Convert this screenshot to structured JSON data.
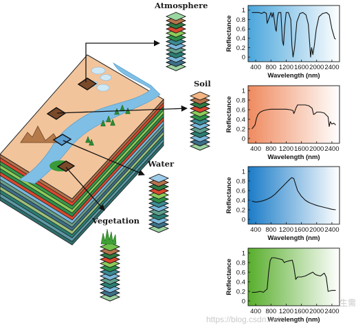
{
  "labels": {
    "atmosphere": "Atmosphere",
    "soil": "Soil",
    "water": "Water",
    "vegetation": "Vegetation"
  },
  "watermark": "https://blog.csdn.net/...",
  "watermark_cn": "生需",
  "chart_data": [
    {
      "type": "line",
      "name": "atmosphere",
      "xlabel": "Wavelength (nm)",
      "ylabel": "Reflectance",
      "xlim": [
        200,
        2600
      ],
      "ylim": [
        -0.1,
        1.1
      ],
      "xticks": [
        400,
        800,
        1200,
        1600,
        2000,
        2400
      ],
      "yticks": [
        0,
        0.2,
        0.4,
        0.6,
        0.8,
        1
      ],
      "gradient": [
        "#4aa6dc",
        "#ffffff"
      ],
      "x": [
        300,
        400,
        480,
        560,
        620,
        680,
        700,
        760,
        800,
        830,
        860,
        920,
        940,
        970,
        1000,
        1060,
        1100,
        1130,
        1160,
        1200,
        1260,
        1320,
        1350,
        1380,
        1420,
        1480,
        1560,
        1640,
        1720,
        1780,
        1820,
        1840,
        1870,
        1900,
        1940,
        1990,
        2060,
        2160,
        2260,
        2330,
        2400,
        2470,
        2500
      ],
      "y": [
        0.95,
        0.95,
        0.95,
        0.93,
        0.96,
        0.93,
        0.72,
        0.85,
        0.95,
        0.85,
        0.95,
        0.6,
        0.55,
        0.85,
        0.95,
        0.95,
        0.35,
        0.25,
        0.65,
        0.95,
        0.95,
        0.8,
        0.25,
        0.0,
        0.2,
        0.75,
        0.93,
        0.95,
        0.9,
        0.7,
        0.25,
        0.0,
        0.2,
        0.05,
        0.25,
        0.6,
        0.86,
        0.93,
        0.95,
        0.9,
        0.6,
        0.4,
        0.38
      ]
    },
    {
      "type": "line",
      "name": "soil",
      "xlabel": "Wavelength (nm)",
      "ylabel": "Reflectance",
      "xlim": [
        200,
        2600
      ],
      "ylim": [
        -0.1,
        1.1
      ],
      "xticks": [
        400,
        800,
        1200,
        1600,
        2000,
        2400
      ],
      "yticks": [
        0,
        0.2,
        0.4,
        0.6,
        0.8,
        1
      ],
      "gradient": [
        "#ef8a5e",
        "#ffffff"
      ],
      "x": [
        300,
        380,
        420,
        460,
        520,
        600,
        700,
        800,
        900,
        1000,
        1100,
        1200,
        1300,
        1380,
        1400,
        1420,
        1460,
        1500,
        1600,
        1700,
        1800,
        1880,
        1920,
        1960,
        2000,
        2100,
        2200,
        2300,
        2330,
        2360,
        2400,
        2450,
        2500
      ],
      "y": [
        0.2,
        0.28,
        0.42,
        0.5,
        0.55,
        0.58,
        0.6,
        0.61,
        0.61,
        0.61,
        0.61,
        0.61,
        0.6,
        0.58,
        0.52,
        0.55,
        0.64,
        0.7,
        0.7,
        0.7,
        0.68,
        0.63,
        0.5,
        0.52,
        0.55,
        0.55,
        0.53,
        0.45,
        0.25,
        0.35,
        0.3,
        0.32,
        0.28
      ]
    },
    {
      "type": "line",
      "name": "water",
      "xlabel": "Wavelength (nm)",
      "ylabel": "Reflectance",
      "xlim": [
        200,
        2600
      ],
      "ylim": [
        -0.1,
        1.1
      ],
      "xticks": [
        400,
        800,
        1200,
        1600,
        2000,
        2400
      ],
      "yticks": [
        0,
        0.2,
        0.4,
        0.6,
        0.8,
        1
      ],
      "gradient": [
        "#1a7cc8",
        "#ffffff"
      ],
      "x": [
        300,
        400,
        500,
        600,
        700,
        800,
        900,
        1000,
        1100,
        1200,
        1300,
        1350,
        1400,
        1450,
        1500,
        1600,
        1700,
        1800,
        1900,
        2000,
        2100,
        2200,
        2300,
        2400,
        2500
      ],
      "y": [
        0.38,
        0.36,
        0.37,
        0.39,
        0.42,
        0.46,
        0.52,
        0.6,
        0.68,
        0.76,
        0.84,
        0.87,
        0.85,
        0.72,
        0.6,
        0.48,
        0.4,
        0.35,
        0.32,
        0.29,
        0.27,
        0.25,
        0.23,
        0.21,
        0.2
      ]
    },
    {
      "type": "line",
      "name": "vegetation",
      "xlabel": "Wavelength (nm)",
      "ylabel": "Reflectance",
      "xlim": [
        200,
        2600
      ],
      "ylim": [
        -0.1,
        1.1
      ],
      "xticks": [
        400,
        800,
        1200,
        1600,
        2000,
        2400
      ],
      "yticks": [
        0,
        0.2,
        0.4,
        0.6,
        0.8,
        1
      ],
      "gradient": [
        "#58ae2c",
        "#ffffff"
      ],
      "x": [
        300,
        400,
        520,
        600,
        700,
        740,
        780,
        820,
        900,
        1000,
        1100,
        1150,
        1200,
        1300,
        1360,
        1400,
        1450,
        1500,
        1600,
        1700,
        1800,
        1900,
        1950,
        2000,
        2100,
        2150,
        2200,
        2250,
        2300,
        2400,
        2500
      ],
      "y": [
        0.18,
        0.18,
        0.2,
        0.18,
        0.25,
        0.6,
        0.84,
        0.9,
        0.9,
        0.88,
        0.86,
        0.8,
        0.82,
        0.84,
        0.85,
        0.72,
        0.45,
        0.5,
        0.5,
        0.52,
        0.56,
        0.6,
        0.56,
        0.54,
        0.52,
        0.55,
        0.58,
        0.5,
        0.2,
        0.22,
        0.22
      ]
    }
  ]
}
